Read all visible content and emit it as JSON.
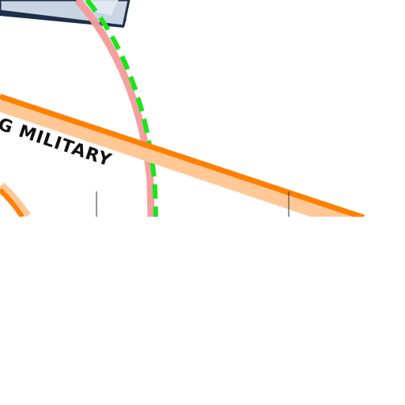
{
  "map": {
    "road_label": "G MILITARY",
    "colors": {
      "background": "#ffffff",
      "primary_road": "#ff8000",
      "primary_road_casing": "#ffc896",
      "pink_route": "#f59a9a",
      "green_route": "#19e619",
      "building_fill": "#c3d0e1",
      "building_stroke": "#1f2f4a",
      "tick": "#333333"
    },
    "features": [
      "building",
      "primary-road",
      "pink-route",
      "green-dashed-route",
      "road-tick-marks"
    ]
  }
}
